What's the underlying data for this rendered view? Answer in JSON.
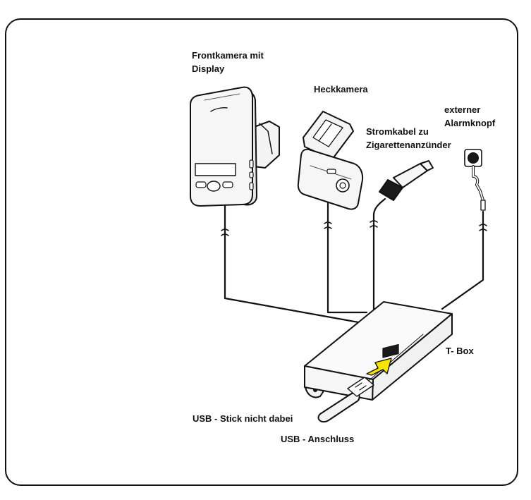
{
  "labels": {
    "front_camera_line1": "Frontkamera mit",
    "front_camera_line2": "Display",
    "rear_camera": "Heckkamera",
    "power_cable_line1": "Stromkabel zu",
    "power_cable_line2": "Zigarettenanzünder",
    "alarm_button_line1": "externer",
    "alarm_button_line2": "Alarmknopf",
    "t_box": "T- Box",
    "usb_stick": "USB - Stick nicht dabei",
    "usb_port": "USB - Anschluss"
  },
  "colors": {
    "line": "#111111",
    "device_fill": "#f4f4f4",
    "arrow": "#f5e400"
  }
}
